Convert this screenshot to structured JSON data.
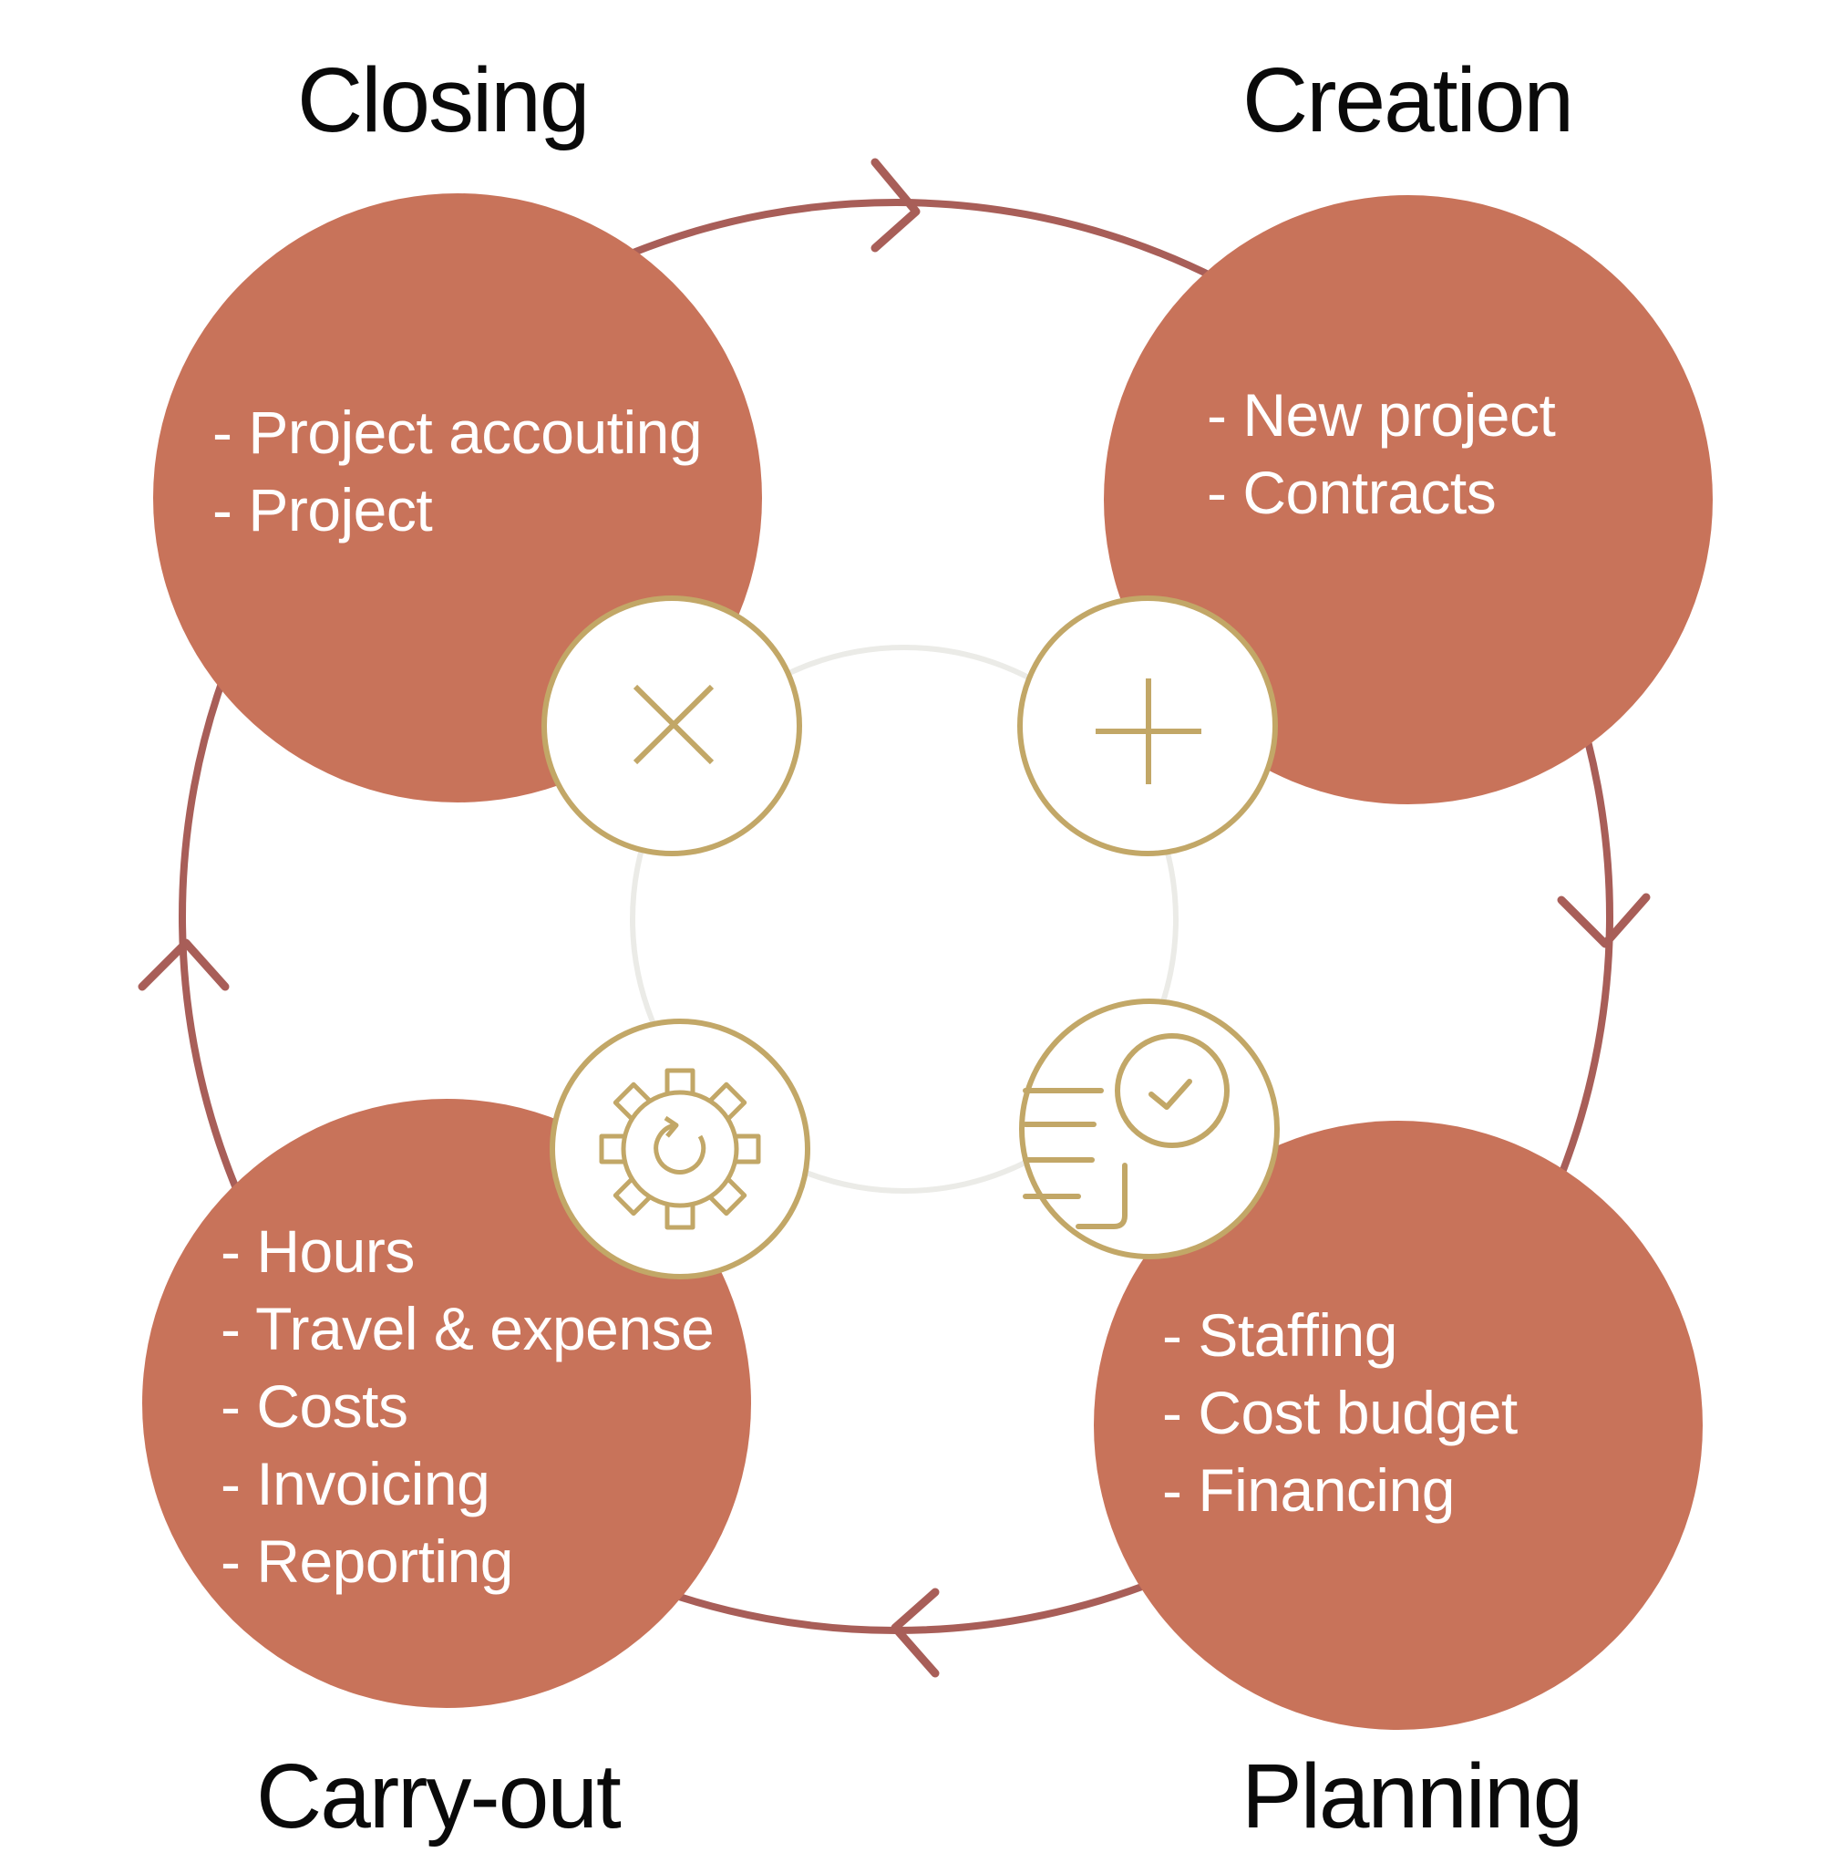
{
  "colors": {
    "phase_fill": "#C8735A",
    "cycle_ring": "#A85E58",
    "icon_gold": "#C2A767",
    "inner_ring": "#EBEBE7",
    "title_text": "#0a0a0a",
    "item_text": "#FFFFFF"
  },
  "phases": {
    "closing": {
      "title": "Closing",
      "icon": "close-x-icon",
      "items": [
        "- Project accouting",
        "- Project"
      ]
    },
    "creation": {
      "title": "Creation",
      "icon": "plus-icon",
      "items": [
        "- New project",
        "- Contracts"
      ]
    },
    "planning": {
      "title": "Planning",
      "icon": "document-check-icon",
      "items": [
        "- Staffing",
        "- Cost budget",
        "- Financing"
      ]
    },
    "carry_out": {
      "title": "Carry-out",
      "icon": "gear-refresh-icon",
      "items": [
        "- Hours",
        "- Travel & expense",
        "- Costs",
        "- Invoicing",
        "- Reporting"
      ]
    }
  }
}
